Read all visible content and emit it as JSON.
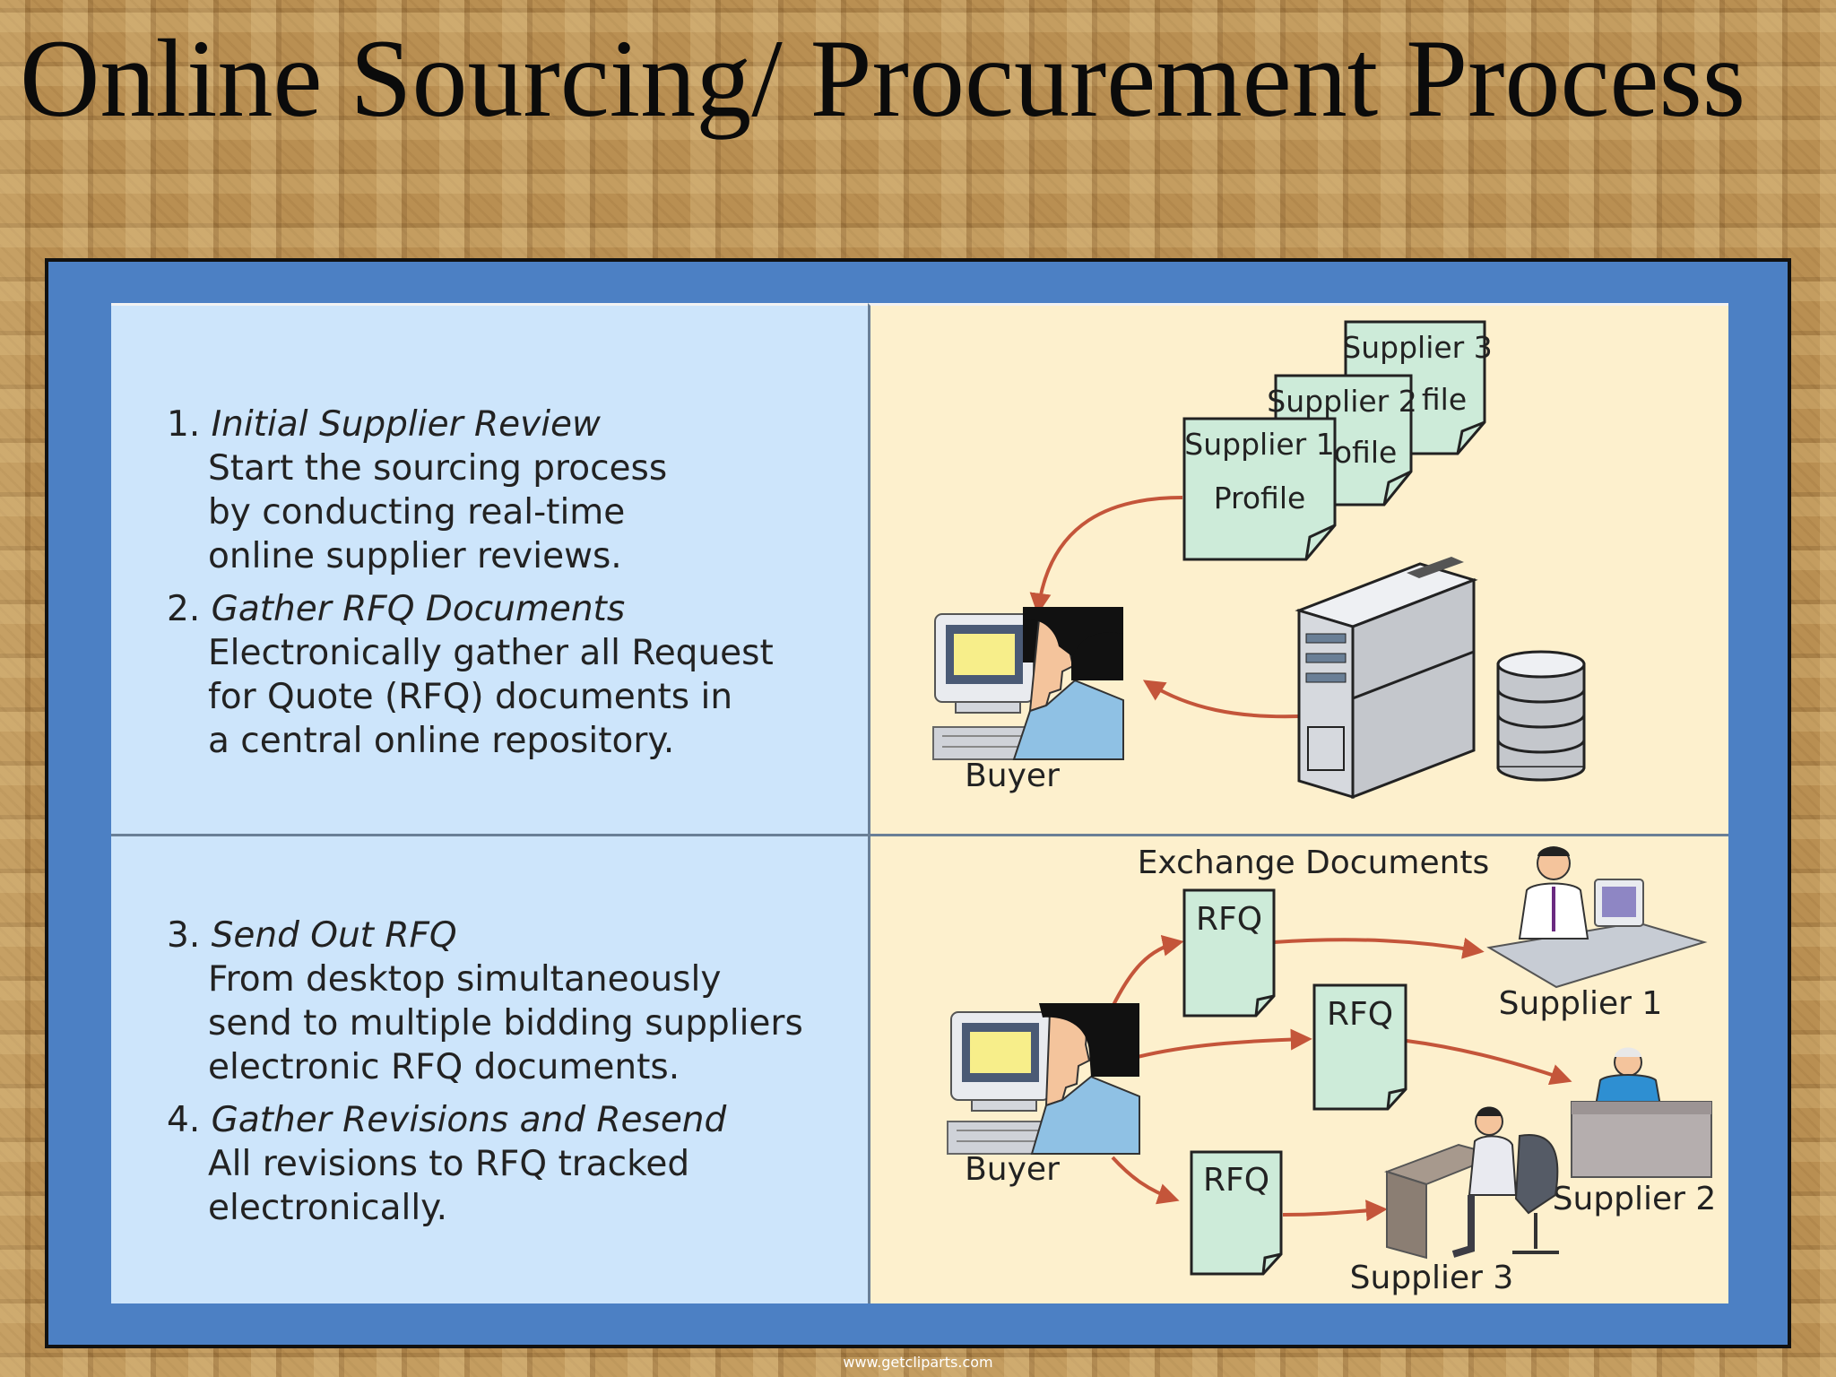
{
  "title": "Online Sourcing/ Procurement Process",
  "steps_top": [
    {
      "number": "1.",
      "title": "Initial Supplier Review",
      "description": "Start the sourcing process\nby conducting real-time\nonline supplier reviews."
    },
    {
      "number": "2.",
      "title": "Gather RFQ Documents",
      "description": "Electronically gather all Request\nfor Quote (RFQ) documents in\na central online repository."
    }
  ],
  "steps_bottom": [
    {
      "number": "3.",
      "title": "Send Out RFQ",
      "description": "From desktop simultaneously\nsend to multiple bidding suppliers\nelectronic RFQ documents."
    },
    {
      "number": "4.",
      "title": "Gather Revisions and Resend",
      "description": "All revisions to RFQ tracked\nelectronically."
    }
  ],
  "top_diagram": {
    "profiles": [
      {
        "line1": "Supplier 1",
        "line2": "Profile"
      },
      {
        "line1": "Supplier 2",
        "line2": "Profile"
      },
      {
        "line1": "Supplier 3",
        "line2": "file"
      }
    ],
    "buyer_label": "Buyer"
  },
  "bottom_diagram": {
    "heading": "Exchange Documents",
    "buyer_label": "Buyer",
    "documents": [
      "RFQ",
      "RFQ",
      "RFQ"
    ],
    "suppliers": [
      "Supplier 1",
      "Supplier 2",
      "Supplier 3"
    ]
  },
  "watermark": "www.getcliparts.com",
  "colors": {
    "frame": "#4c80c4",
    "text_panel": "#cde5fb",
    "diagram_panel": "#fdf0cd",
    "document": "#cdebd9",
    "arrow": "#c4553a"
  }
}
